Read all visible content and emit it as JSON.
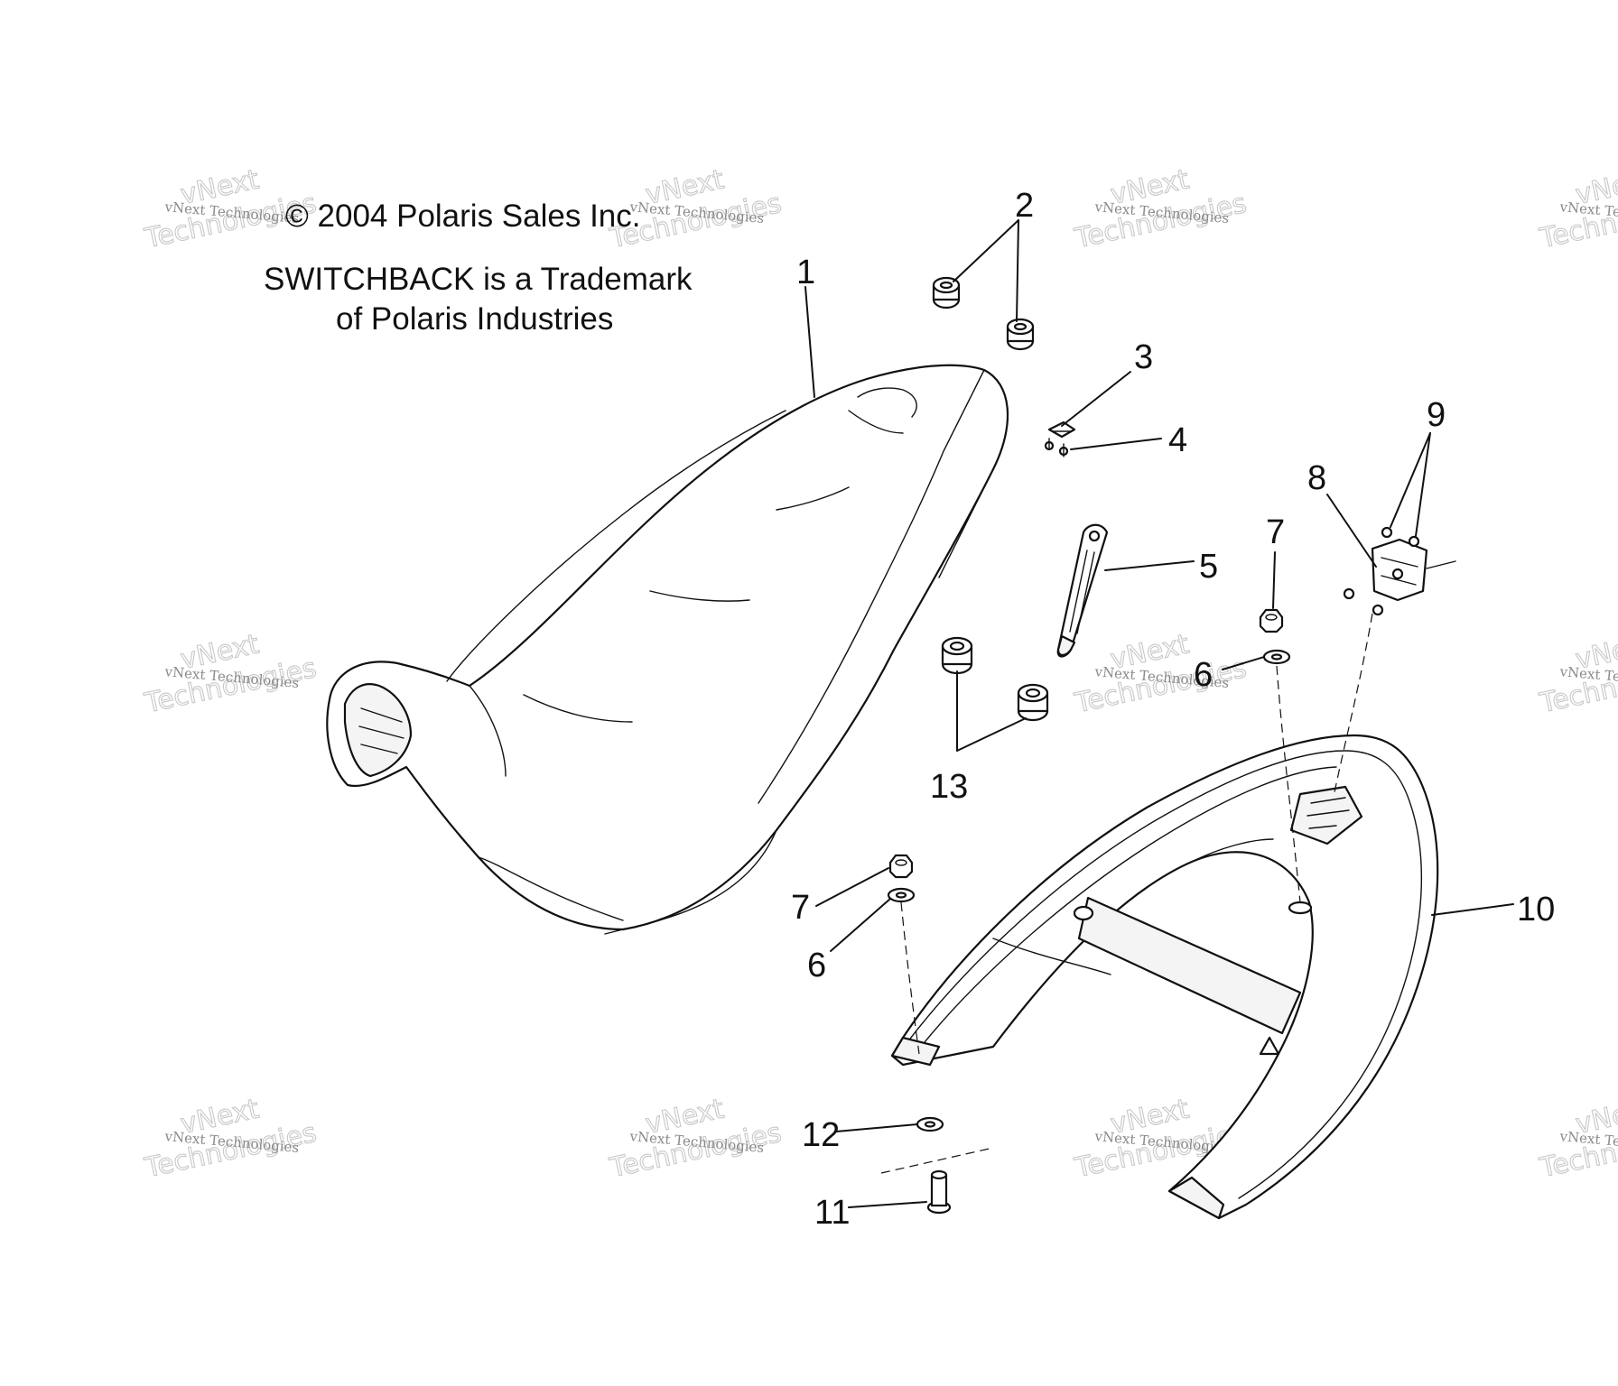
{
  "notices": {
    "copyright": "© 2004 Polaris Sales Inc.",
    "trademark_line1": "SWITCHBACK is a Trademark",
    "trademark_line2": "of Polaris Industries"
  },
  "watermark": {
    "small_text": "vNext Technologies",
    "big_text_line1": "vNext",
    "big_text_line2": "Technologies"
  },
  "callouts": {
    "c1": "1",
    "c2": "2",
    "c3": "3",
    "c4": "4",
    "c5": "5",
    "c6a": "6",
    "c6b": "6",
    "c7a": "7",
    "c7b": "7",
    "c8": "8",
    "c9": "9",
    "c10": "10",
    "c11": "11",
    "c12": "12",
    "c13": "13"
  }
}
